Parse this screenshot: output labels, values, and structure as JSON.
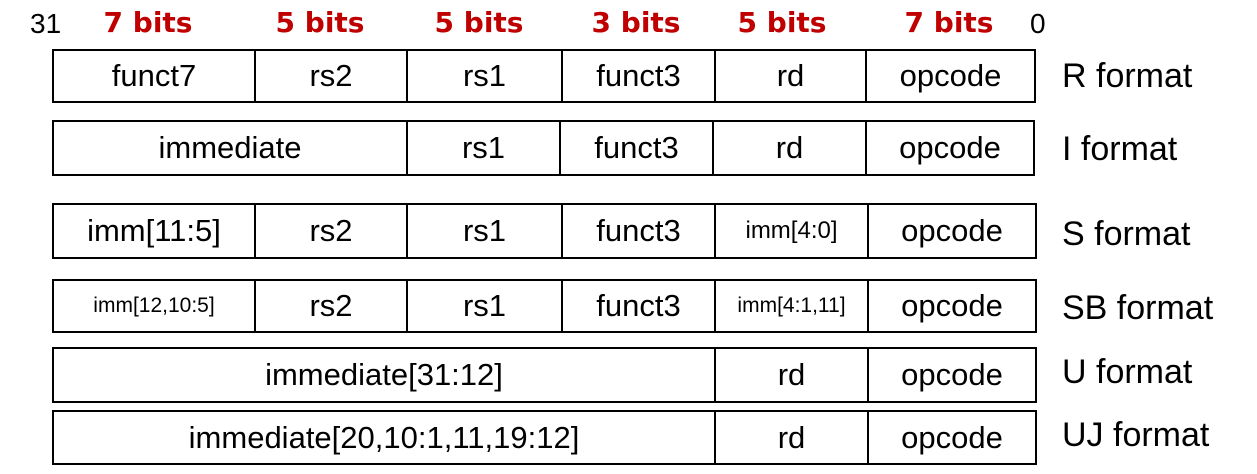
{
  "header": {
    "msb": "31",
    "lsb": "0",
    "widths": [
      "7 bits",
      "5 bits",
      "5 bits",
      "3 bits",
      "5 bits",
      "7 bits"
    ]
  },
  "formats": [
    {
      "name": "R format",
      "fields": [
        "funct7",
        "rs2",
        "rs1",
        "funct3",
        "rd",
        "opcode"
      ]
    },
    {
      "name": "I format",
      "fields": [
        "immediate",
        "rs1",
        "funct3",
        "rd",
        "opcode"
      ]
    },
    {
      "name": "S format",
      "fields": [
        "imm[11:5]",
        "rs2",
        "rs1",
        "funct3",
        "imm[4:0]",
        "opcode"
      ]
    },
    {
      "name": "SB format",
      "fields": [
        "imm[12,10:5]",
        "rs2",
        "rs1",
        "funct3",
        "imm[4:1,11]",
        "opcode"
      ]
    },
    {
      "name": "U format",
      "fields": [
        "immediate[31:12]",
        "rd",
        "opcode"
      ]
    },
    {
      "name": "UJ format",
      "fields": [
        "immediate[20,10:1,11,19:12]",
        "rd",
        "opcode"
      ]
    }
  ],
  "colors": {
    "header_bits": "#c00000",
    "border": "#000000"
  }
}
